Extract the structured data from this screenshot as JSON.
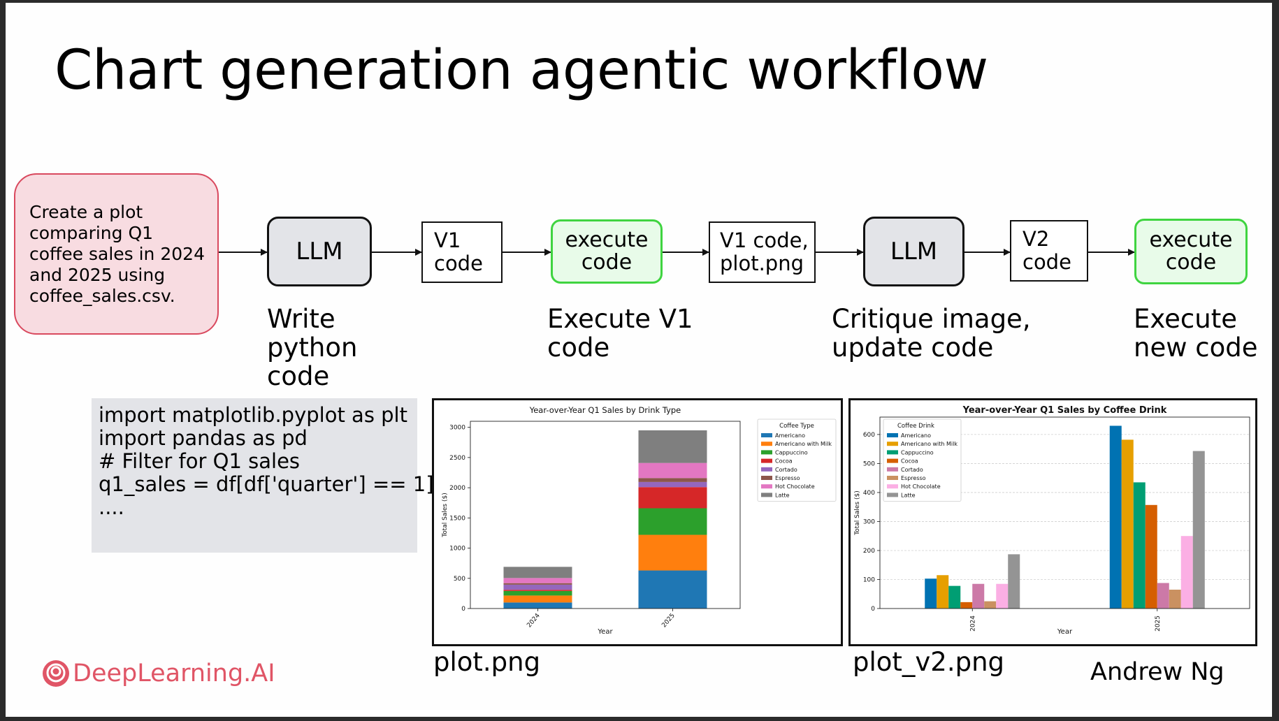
{
  "slide": {
    "title": "Chart generation agentic workflow",
    "prompt_box": "Create a plot\ncomparing Q1\ncoffee sales in 2024\nand 2025 using\ncoffee_sales.csv.",
    "nodes": {
      "llm1": "LLM",
      "v1_code": "V1\ncode",
      "execute1": "execute\ncode",
      "v1_plot": "V1 code,\nplot.png",
      "llm2": "LLM",
      "v2_code": "V2\ncode",
      "execute2": "execute\ncode"
    },
    "captions": {
      "write": "Write\npython\ncode",
      "execute_v1": "Execute V1\ncode",
      "critique": "Critique image,\nupdate code",
      "execute_new": "Execute\nnew code"
    },
    "code_lines": [
      "import matplotlib.pyplot as plt",
      "import pandas as pd",
      "",
      "# Filter for Q1 sales",
      "q1_sales = df[df['quarter'] == 1]",
      "...."
    ],
    "plot1_filename": "plot.png",
    "plot2_filename": "plot_v2.png",
    "brand": "DeepLearning.AI",
    "author": "Andrew Ng",
    "colors": {
      "prompt_fill": "#f8dce1",
      "prompt_border": "#d9495e",
      "llm_fill": "#e3e4e8",
      "exec_fill": "#e8fbe9",
      "exec_border": "#3fd440",
      "brand": "#e05566"
    },
    "icons": {
      "brand_logo": "deeplearning-ai-logo-icon"
    }
  },
  "chart_data": [
    {
      "type": "bar",
      "stacked": true,
      "title": "Year-over-Year Q1 Sales by Drink Type",
      "xlabel": "Year",
      "ylabel": "Total Sales ($)",
      "ylim": [
        0,
        3100
      ],
      "yticks": [
        0,
        500,
        1000,
        1500,
        2000,
        2500,
        3000
      ],
      "categories": [
        "2024",
        "2025"
      ],
      "legend_title": "Coffee Type",
      "legend_position": "upper-right",
      "series": [
        {
          "name": "Americano",
          "color": "#1f77b4",
          "values": [
            100,
            630
          ]
        },
        {
          "name": "Americano with Milk",
          "color": "#ff7f0e",
          "values": [
            115,
            590
          ]
        },
        {
          "name": "Cappuccino",
          "color": "#2ca02c",
          "values": [
            75,
            440
          ]
        },
        {
          "name": "Cocoa",
          "color": "#d62728",
          "values": [
            20,
            350
          ]
        },
        {
          "name": "Cortado",
          "color": "#9467bd",
          "values": [
            85,
            85
          ]
        },
        {
          "name": "Espresso",
          "color": "#8c564b",
          "values": [
            25,
            65
          ]
        },
        {
          "name": "Hot Chocolate",
          "color": "#e377c2",
          "values": [
            85,
            250
          ]
        },
        {
          "name": "Latte",
          "color": "#7f7f7f",
          "values": [
            185,
            540
          ]
        }
      ]
    },
    {
      "type": "bar",
      "stacked": false,
      "title": "Year-over-Year Q1 Sales by Coffee Drink",
      "xlabel": "Year",
      "ylabel": "Total Sales ($)",
      "ylim": [
        0,
        660
      ],
      "yticks": [
        0,
        100,
        200,
        300,
        400,
        500,
        600
      ],
      "categories": [
        "2024",
        "2025"
      ],
      "legend_title": "Coffee Drink",
      "legend_position": "upper-left",
      "grid": "y",
      "series": [
        {
          "name": "Americano",
          "color": "#0072b2",
          "values": [
            103,
            630
          ]
        },
        {
          "name": "Americano with Milk",
          "color": "#e69f00",
          "values": [
            115,
            582
          ]
        },
        {
          "name": "Cappuccino",
          "color": "#009e73",
          "values": [
            78,
            435
          ]
        },
        {
          "name": "Cocoa",
          "color": "#d55e00",
          "values": [
            22,
            357
          ]
        },
        {
          "name": "Cortado",
          "color": "#cc79a7",
          "values": [
            85,
            88
          ]
        },
        {
          "name": "Espresso",
          "color": "#ca9161",
          "values": [
            25,
            65
          ]
        },
        {
          "name": "Hot Chocolate",
          "color": "#fbafe4",
          "values": [
            85,
            250
          ]
        },
        {
          "name": "Latte",
          "color": "#949494",
          "values": [
            187,
            543
          ]
        }
      ]
    }
  ]
}
